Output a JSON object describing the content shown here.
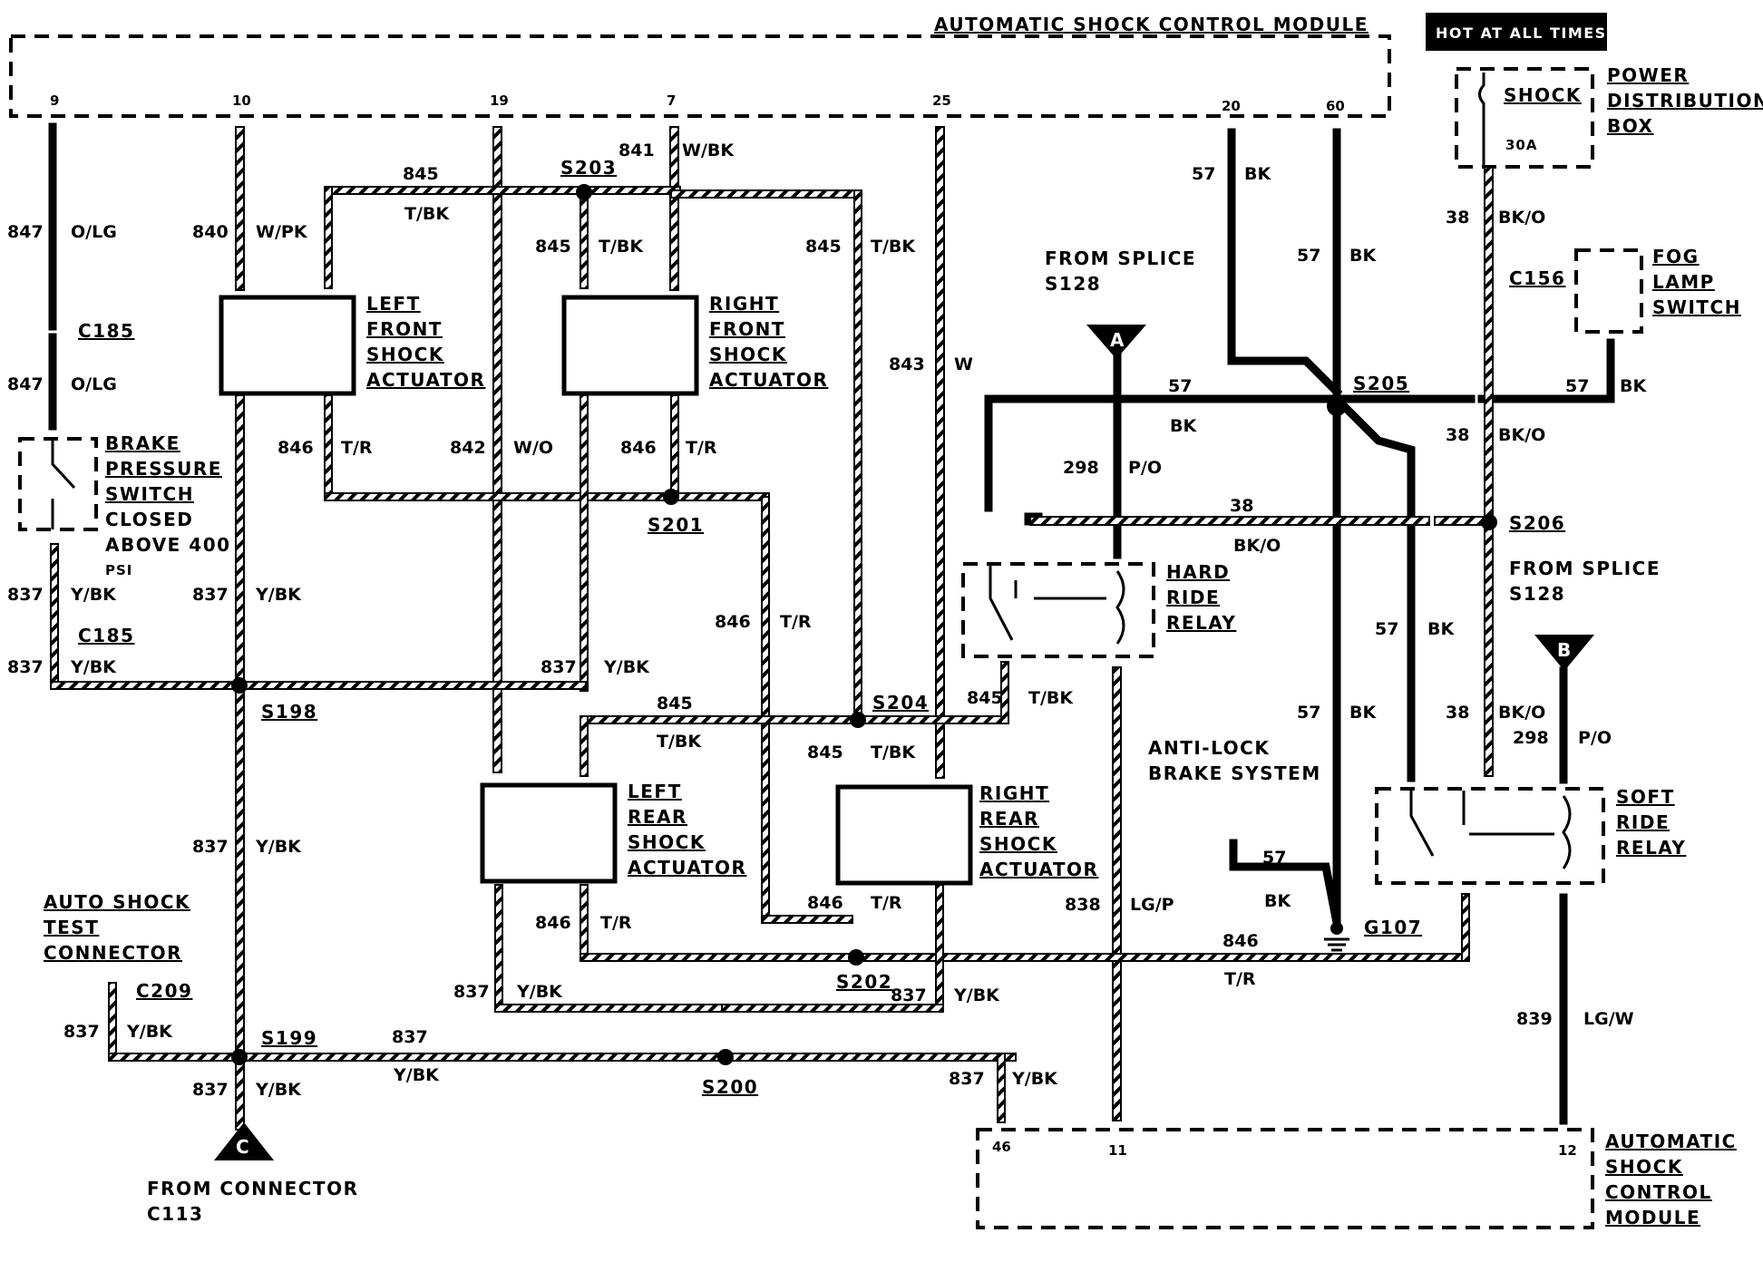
{
  "title": "AUTOMATIC SHOCK CONTROL MODULE",
  "hot_at_all_times": "HOT AT ALL TIMES",
  "top_module_pins": [
    "9",
    "10",
    "19",
    "7",
    "25",
    "20",
    "60"
  ],
  "power_distribution_box": {
    "label": [
      "POWER",
      "DISTRIBUTION",
      "BOX"
    ],
    "fuse_label": "SHOCK",
    "fuse_rating": "30A"
  },
  "fog_lamp_switch": [
    "FOG",
    "LAMP",
    "SWITCH"
  ],
  "left_front_actuator": [
    "LEFT",
    "FRONT",
    "SHOCK",
    "ACTUATOR"
  ],
  "right_front_actuator": [
    "RIGHT",
    "FRONT",
    "SHOCK",
    "ACTUATOR"
  ],
  "left_rear_actuator": [
    "LEFT",
    "REAR",
    "SHOCK",
    "ACTUATOR"
  ],
  "right_rear_actuator": [
    "RIGHT",
    "REAR",
    "SHOCK",
    "ACTUATOR"
  ],
  "brake_pressure_switch": [
    "BRAKE",
    "PRESSURE",
    "SWITCH"
  ],
  "brake_switch_note": [
    "CLOSED",
    "ABOVE 400",
    "PSI"
  ],
  "hard_ride_relay": [
    "HARD",
    "RIDE",
    "RELAY"
  ],
  "soft_ride_relay": [
    "SOFT",
    "RIDE",
    "RELAY"
  ],
  "from_splice_a": [
    "FROM SPLICE",
    "S128"
  ],
  "from_splice_b": [
    "FROM SPLICE",
    "S128"
  ],
  "anti_lock": [
    "ANTI-LOCK",
    "BRAKE SYSTEM"
  ],
  "auto_shock_test": [
    "AUTO SHOCK",
    "TEST",
    "CONNECTOR"
  ],
  "from_connector": [
    "FROM CONNECTOR",
    "C113"
  ],
  "bottom_module": [
    "AUTOMATIC",
    "SHOCK",
    "CONTROL",
    "MODULE"
  ],
  "bottom_module_pins": [
    "46",
    "11",
    "12"
  ],
  "connector_markers": [
    "A",
    "B",
    "C"
  ],
  "splices": [
    "S203",
    "S205",
    "S201",
    "S206",
    "S198",
    "S204",
    "S202",
    "S199",
    "S200"
  ],
  "connectors": [
    "C185",
    "C185",
    "C156",
    "C209"
  ],
  "ground": "G107",
  "wires": {
    "w847a": [
      "847",
      "O/LG"
    ],
    "w847b": [
      "847",
      "O/LG"
    ],
    "w840": [
      "840",
      "W/PK"
    ],
    "w845top": [
      "845",
      "T/BK"
    ],
    "w841": [
      "841",
      "W/BK"
    ],
    "w845rf": [
      "845",
      "T/BK"
    ],
    "w845rs": [
      "845",
      "T/BK"
    ],
    "w843": [
      "843",
      "W"
    ],
    "w57a": [
      "57",
      "BK"
    ],
    "w57b": [
      "57",
      "BK"
    ],
    "w38a": [
      "38",
      "BK/O"
    ],
    "w57fog": [
      "57",
      "BK"
    ],
    "w57h": [
      "57",
      "BK"
    ],
    "w38b": [
      "38",
      "BK/O"
    ],
    "w298a": [
      "298",
      "P/O"
    ],
    "w38h": [
      "38",
      "BK/O"
    ],
    "w846lf": [
      "846",
      "T/R"
    ],
    "w842": [
      "842",
      "W/O"
    ],
    "w846rf": [
      "846",
      "T/R"
    ],
    "w846m": [
      "846",
      "T/R"
    ],
    "w837bs": [
      "837",
      "Y/BK"
    ],
    "w837a": [
      "837",
      "Y/BK"
    ],
    "w837c": [
      "837",
      "Y/BK"
    ],
    "w837lr": [
      "837",
      "Y/BK"
    ],
    "w845h": [
      "845",
      "T/BK"
    ],
    "w845lr": [
      "845",
      "T/BK"
    ],
    "w845rr": [
      "845",
      "T/BK"
    ],
    "w57c": [
      "57",
      "BK"
    ],
    "w57d": [
      "57",
      "BK"
    ],
    "w38c": [
      "38",
      "BK/O"
    ],
    "w298b": [
      "298",
      "P/O"
    ],
    "w57g": [
      "57",
      "BK"
    ],
    "w837d": [
      "837",
      "Y/BK"
    ],
    "w846lr": [
      "846",
      "T/R"
    ],
    "w846rr": [
      "846",
      "T/R"
    ],
    "w838": [
      "838",
      "LG/P"
    ],
    "w846b": [
      "846",
      "T/R"
    ],
    "w837e": [
      "837",
      "Y/BK"
    ],
    "w837f": [
      "837",
      "Y/BK"
    ],
    "w837g": [
      "837",
      "Y/BK"
    ],
    "w837h": [
      "837",
      "Y/BK"
    ],
    "w837i": [
      "837",
      "Y/BK"
    ],
    "w837j": [
      "837",
      "Y/BK"
    ],
    "w839": [
      "839",
      "LG/W"
    ]
  }
}
